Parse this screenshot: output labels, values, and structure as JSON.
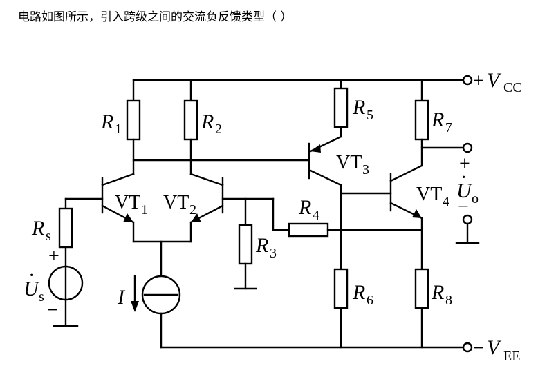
{
  "question": "电路如图所示，引入跨级之间的交流负反馈类型（ ）",
  "labels": {
    "vcc_sign": "+",
    "vcc_v": "V",
    "vcc_sub": "CC",
    "vee_sign": "−",
    "vee_v": "V",
    "vee_sub": "EE",
    "r1": "R",
    "r1_sub": "1",
    "r2": "R",
    "r2_sub": "2",
    "r3": "R",
    "r3_sub": "3",
    "r4": "R",
    "r4_sub": "4",
    "r5": "R",
    "r5_sub": "5",
    "r6": "R",
    "r6_sub": "6",
    "r7": "R",
    "r7_sub": "7",
    "r8": "R",
    "r8_sub": "8",
    "rs": "R",
    "rs_sub": "s",
    "vt1": "VT",
    "vt1_sub": "1",
    "vt2": "VT",
    "vt2_sub": "2",
    "vt3": "VT",
    "vt3_sub": "3",
    "vt4": "VT",
    "vt4_sub": "4",
    "us": "U",
    "us_sub": "s",
    "us_plus": "+",
    "us_minus": "−",
    "uo": "U",
    "uo_sub": "o",
    "uo_plus": "+",
    "uo_minus": "−",
    "current": "I",
    "dot": "·"
  }
}
